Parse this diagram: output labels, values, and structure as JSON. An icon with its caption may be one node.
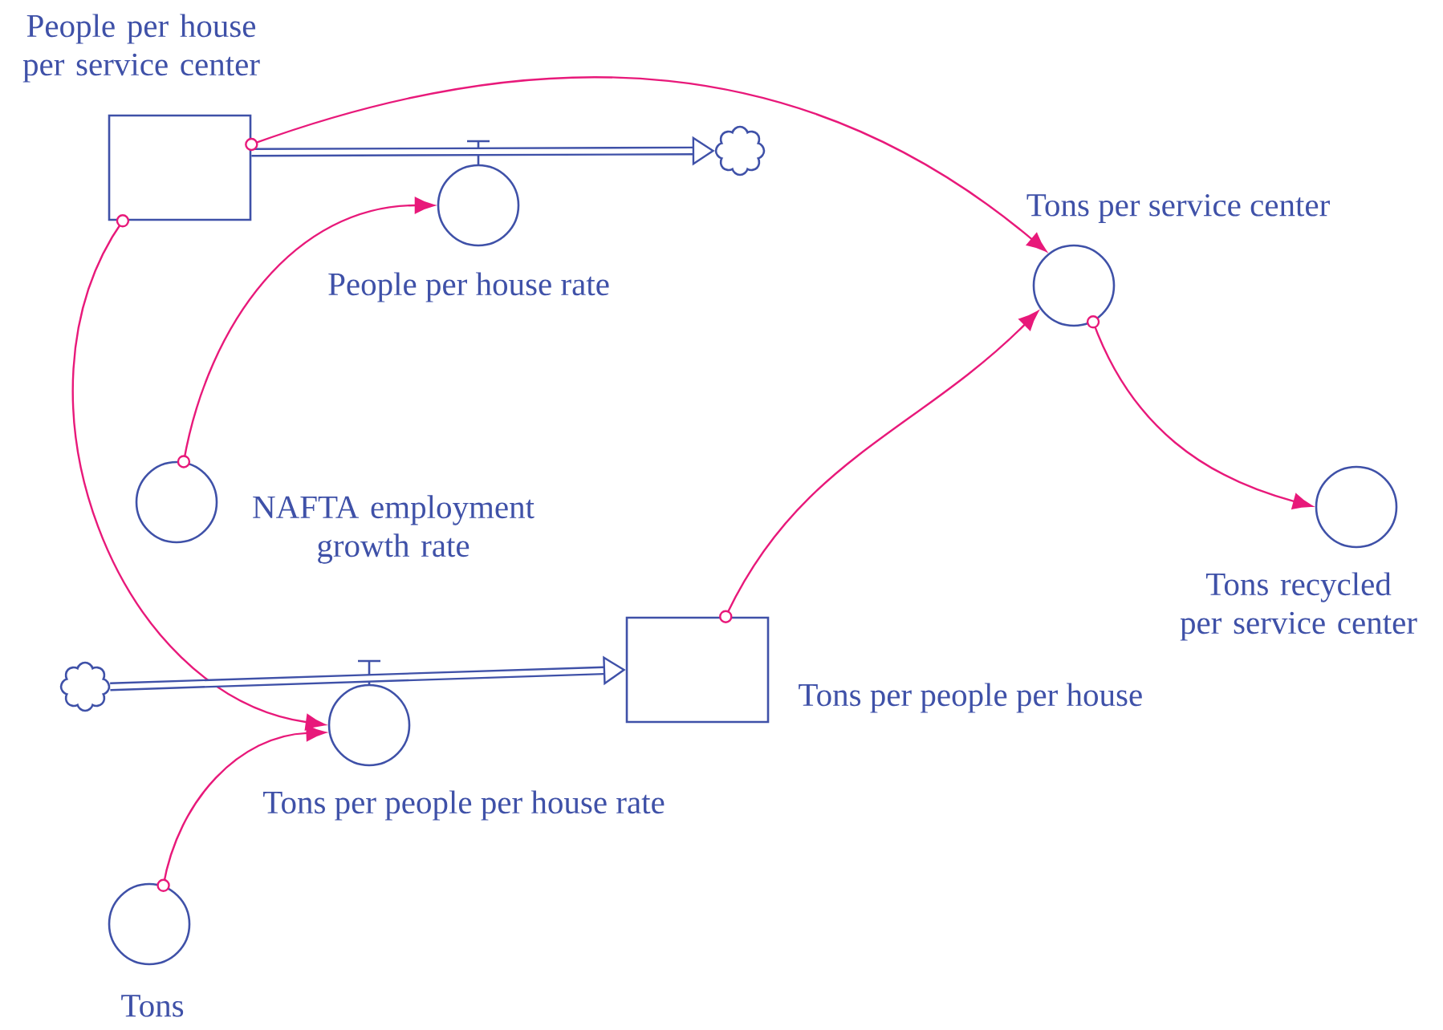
{
  "diagram": {
    "nodes": [
      {
        "text": [
          "People per house per service center"
        ]
      },
      {
        "text": [],
        "shape": "cloud"
      },
      {
        "text": [
          "People per house rate"
        ]
      },
      {
        "text": [
          "Tons per service center"
        ]
      },
      {
        "text": [
          "NAFTA employment growth rate"
        ]
      },
      {
        "text": [
          "Tons recycled per service center"
        ]
      },
      {
        "text": [],
        "shape": "cloud"
      },
      {
        "text": [
          "Tons per people per house"
        ]
      },
      {
        "text": [
          "Tons per people per house rate"
        ]
      },
      {
        "text": [
          "Tons"
        ]
      }
    ],
    "edges": [
      {
        "from": 0,
        "to": 1,
        "arrow": "to",
        "style": "thick",
        "color": "#3f51a8"
      },
      {
        "from": 0,
        "to": 3,
        "arrow": "to"
      },
      {
        "from": 4,
        "to": 2,
        "arrow": "to"
      },
      {
        "from": 0,
        "to": 8,
        "arrow": "to"
      },
      {
        "from": 3,
        "to": 5,
        "arrow": "to"
      },
      {
        "from": 7,
        "to": 3,
        "arrow": "to"
      },
      {
        "from": 9,
        "to": 8,
        "arrow": "to"
      },
      {
        "from": 6,
        "to": 7,
        "arrow": "to",
        "style": "thick",
        "color": "#3f51a8"
      }
    ]
  }
}
